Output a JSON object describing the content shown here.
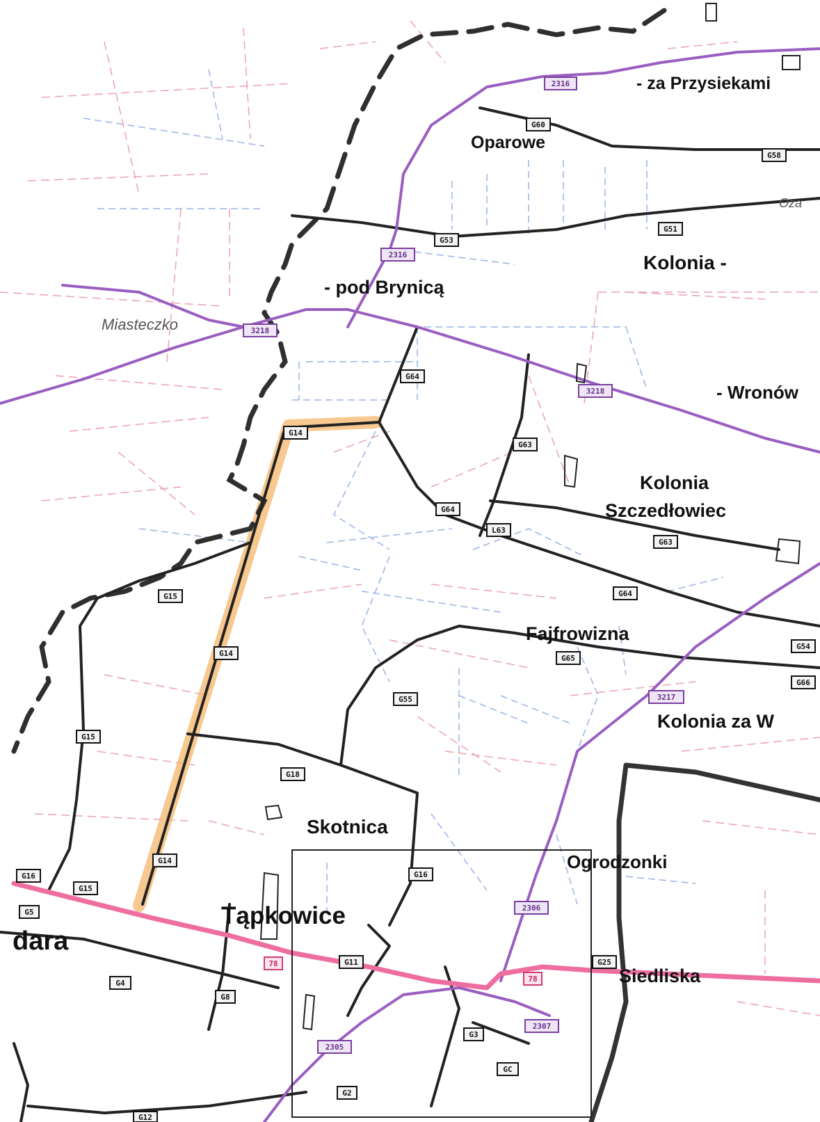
{
  "colors": {
    "background": "#ffffff",
    "road_black": "#222222",
    "road_purple": "#9a5ec0",
    "road_pink": "#ee6ea0",
    "highlight": "#f4b060",
    "boundary_dashed": "#2f2f2f",
    "field_blue": "#7f9fe0",
    "field_red": "#e58aa0"
  },
  "place_names": [
    {
      "id": "za-przysiekami",
      "text": "- za Przysiekami"
    },
    {
      "id": "oparowe",
      "text": "Oparowe"
    },
    {
      "id": "kolonia",
      "text": "Kolonia -"
    },
    {
      "id": "pod-brynica",
      "text": "- pod Brynicą"
    },
    {
      "id": "miasteczko",
      "text": "Miasteczko"
    },
    {
      "id": "wronow",
      "text": "- Wronów"
    },
    {
      "id": "kolonia-szczedlowiec-1",
      "text": "Kolonia"
    },
    {
      "id": "kolonia-szczedlowiec-2",
      "text": "Szczedłowiec"
    },
    {
      "id": "fajfrowizna",
      "text": "Fajfrowizna"
    },
    {
      "id": "kolonia-za-w",
      "text": "Kolonia za W"
    },
    {
      "id": "skotnica",
      "text": "Skotnica"
    },
    {
      "id": "ogrodzonki",
      "text": "Ogrodzonki"
    },
    {
      "id": "tapkowice",
      "text": "Tąpkowice"
    },
    {
      "id": "siedliska",
      "text": "Siedliska"
    },
    {
      "id": "dara",
      "text": "dara"
    },
    {
      "id": "oza",
      "text": "Oza"
    }
  ],
  "road_labels": [
    {
      "id": "r-2316-top",
      "text": "2316",
      "class": "purple"
    },
    {
      "id": "r-g60",
      "text": "G60",
      "class": ""
    },
    {
      "id": "r-g58",
      "text": "G58",
      "class": ""
    },
    {
      "id": "r-g53",
      "text": "G53",
      "class": ""
    },
    {
      "id": "r-g51",
      "text": "G51",
      "class": ""
    },
    {
      "id": "r-2316-mid",
      "text": "2316",
      "class": "purple"
    },
    {
      "id": "r-3218-a",
      "text": "3218",
      "class": "purple"
    },
    {
      "id": "r-g64-a",
      "text": "G64",
      "class": ""
    },
    {
      "id": "r-3218-b",
      "text": "3218",
      "class": "purple"
    },
    {
      "id": "r-g14-top",
      "text": "G14",
      "class": ""
    },
    {
      "id": "r-g63",
      "text": "G63",
      "class": ""
    },
    {
      "id": "r-g64-b",
      "text": "G64",
      "class": ""
    },
    {
      "id": "r-l63",
      "text": "L63",
      "class": ""
    },
    {
      "id": "r-g63-b",
      "text": "G63",
      "class": ""
    },
    {
      "id": "r-g15-a",
      "text": "G15",
      "class": ""
    },
    {
      "id": "r-g64-c",
      "text": "G64",
      "class": ""
    },
    {
      "id": "r-g14-mid",
      "text": "G14",
      "class": ""
    },
    {
      "id": "r-g65",
      "text": "G65",
      "class": ""
    },
    {
      "id": "r-g55",
      "text": "G55",
      "class": ""
    },
    {
      "id": "r-g15-b",
      "text": "G15",
      "class": ""
    },
    {
      "id": "r-3217",
      "text": "3217",
      "class": "purple"
    },
    {
      "id": "r-g18",
      "text": "G18",
      "class": ""
    },
    {
      "id": "r-g14-low",
      "text": "G14",
      "class": ""
    },
    {
      "id": "r-g16",
      "text": "G16",
      "class": ""
    },
    {
      "id": "r-g15-c",
      "text": "G15",
      "class": ""
    },
    {
      "id": "r-g5",
      "text": "G5",
      "class": ""
    },
    {
      "id": "r-g16-b",
      "text": "G16",
      "class": ""
    },
    {
      "id": "r-2306",
      "text": "2306",
      "class": "purple"
    },
    {
      "id": "r-78-a",
      "text": "78",
      "class": "pink"
    },
    {
      "id": "r-g11",
      "text": "G11",
      "class": ""
    },
    {
      "id": "r-78-b",
      "text": "78",
      "class": "pink"
    },
    {
      "id": "r-g25",
      "text": "G25",
      "class": ""
    },
    {
      "id": "r-g4",
      "text": "G4",
      "class": ""
    },
    {
      "id": "r-g8",
      "text": "G8",
      "class": ""
    },
    {
      "id": "r-2305",
      "text": "2305",
      "class": "purple"
    },
    {
      "id": "r-g3",
      "text": "G3",
      "class": ""
    },
    {
      "id": "r-2307",
      "text": "2307",
      "class": "purple"
    },
    {
      "id": "r-g2",
      "text": "G2",
      "class": ""
    },
    {
      "id": "r-gc",
      "text": "GC",
      "class": ""
    },
    {
      "id": "r-g12",
      "text": "G12",
      "class": ""
    },
    {
      "id": "r-g54",
      "text": "G54",
      "class": ""
    },
    {
      "id": "r-g66",
      "text": "G66",
      "class": ""
    }
  ]
}
